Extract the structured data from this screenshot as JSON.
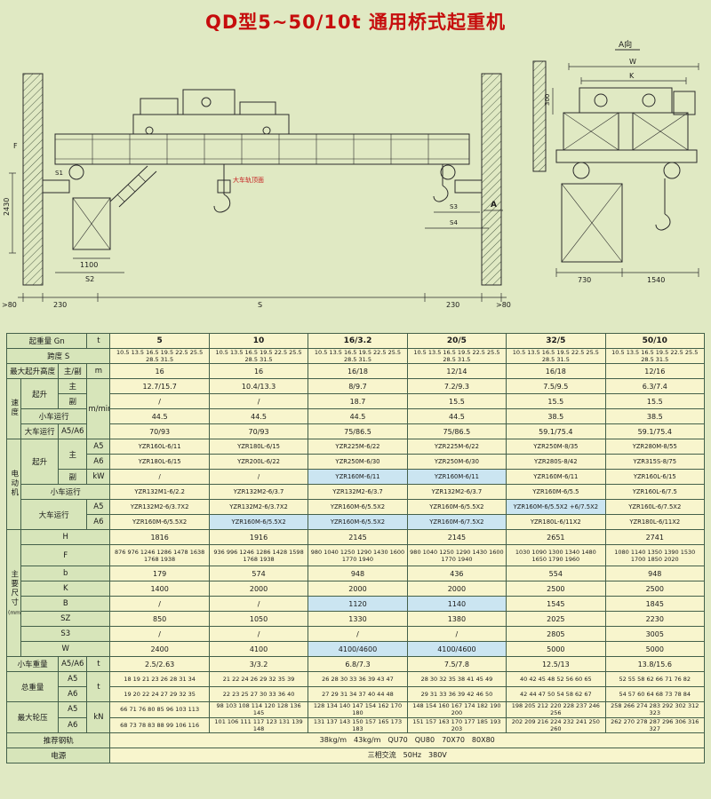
{
  "page": {
    "title": "QD型5~50/10t 通用桥式起重机"
  },
  "drawing": {
    "view_label": "A向",
    "rail_top_label": "大车轨顶面",
    "section_marker": "A",
    "dims": {
      "h2430": "2430",
      "f": "F",
      "s1": "S1",
      "d1100": "1100",
      "s2": "S2",
      "gt80_left": ">80",
      "d230_left": "230",
      "span": "S",
      "d230_right": "230",
      "gt80_right": ">80",
      "s3": "S3",
      "s4": "S4",
      "w": "W",
      "k": "K",
      "d300": "300",
      "d730": "730",
      "d1540": "1540"
    }
  },
  "table": {
    "labels": {
      "capacity": "起重量 Gn",
      "unit_t": "t",
      "span": "跨度 S",
      "height": "最大起升高度",
      "main_aux": "主/副",
      "unit_m": "m",
      "speed": "速度",
      "hoist": "起升",
      "main": "主",
      "aux": "副",
      "trolley_travel": "小车运行",
      "bridge_travel": "大车运行",
      "a5a6": "A5/A6",
      "a5": "A5",
      "a6": "A6",
      "unit_mmin": "m/min",
      "motor": "电动机",
      "unit_kw": "kW",
      "dims": "主要尺寸",
      "dims_unit": "(mm)",
      "dim_h": "H",
      "dim_f": "F",
      "dim_b": "b",
      "dim_k": "K",
      "dim_bb": "B",
      "dim_sz": "SZ",
      "dim_s3": "S3",
      "dim_w": "W",
      "trolley_weight": "小车重量",
      "total_weight": "总重量",
      "max_wheel_load": "最大轮压",
      "unit_kn": "kN",
      "rail": "推荐钢轨",
      "power": "电源"
    },
    "capacity": [
      "5",
      "10",
      "16/3.2",
      "20/5",
      "32/5",
      "50/10"
    ],
    "span_values": [
      "10.5 13.5 16.5 19.5 22.5 25.5 28.5 31.5",
      "10.5 13.5 16.5 19.5 22.5 25.5 28.5 31.5",
      "10.5 13.5 16.5 19.5 22.5 25.5 28.5 31.5",
      "10.5 13.5 16.5 19.5 22.5 25.5 28.5 31.5",
      "10.5 13.5 16.5 19.5 22.5 25.5 28.5 31.5",
      "10.5 13.5 16.5 19.5 22.5 25.5 28.5 31.5"
    ],
    "height": [
      "16",
      "16",
      "16/18",
      "12/14",
      "16/18",
      "12/16"
    ],
    "speed_main": [
      "12.7/15.7",
      "10.4/13.3",
      "8/9.7",
      "7.2/9.3",
      "7.5/9.5",
      "6.3/7.4"
    ],
    "speed_aux": [
      "/",
      "/",
      "18.7",
      "15.5",
      "15.5",
      "15.5"
    ],
    "speed_trolley": [
      "44.5",
      "44.5",
      "44.5",
      "44.5",
      "38.5",
      "38.5"
    ],
    "speed_bridge": [
      "70/93",
      "70/93",
      "75/86.5",
      "75/86.5",
      "59.1/75.4",
      "59.1/75.4"
    ],
    "motor_main_a5": [
      "YZR160L-6/11",
      "YZR180L-6/15",
      "YZR225M-6/22",
      "YZR225M-6/22",
      "YZR250M-8/35",
      "YZR280M-8/55"
    ],
    "motor_main_a6": [
      "YZR180L-6/15",
      "YZR200L-6/22",
      "YZR250M-6/30",
      "YZR250M-6/30",
      "YZR280S-8/42",
      "YZR315S-8/75"
    ],
    "motor_aux": [
      "/",
      "/",
      "YZR160M-6/11",
      "YZR160M-6/11",
      "YZR160M-6/11",
      "YZR160L-6/15"
    ],
    "motor_trolley": [
      "YZR132M1-6/2.2",
      "YZR132M2-6/3.7",
      "YZR132M2-6/3.7",
      "YZR132M2-6/3.7",
      "YZR160M-6/5.5",
      "YZR160L-6/7.5"
    ],
    "motor_bridge_a5": [
      "YZR132M2-6/3.7X2",
      "YZR132M2-6/3.7X2",
      "YZR160M-6/5.5X2",
      "YZR160M-6/5.5X2",
      "YZR160M-6/5.5X2 +6/7.5X2",
      "YZR160L-6/7.5X2"
    ],
    "motor_bridge_a6": [
      "YZR160M-6/5.5X2",
      "YZR160M-6/5.5X2",
      "YZR160M-6/5.5X2",
      "YZR160M-6/7.5X2",
      "YZR180L-6/11X2",
      "YZR180L-6/11X2"
    ],
    "dim_H": [
      "1816",
      "1916",
      "2145",
      "2145",
      "2651",
      "2741"
    ],
    "dim_F": [
      "876 976 1246 1286 1478 1638 1768 1938",
      "936 996 1246 1286 1428 1598 1768 1938",
      "980 1040 1250 1290 1430 1600 1770 1940",
      "980 1040 1250 1290 1430 1600 1770 1940",
      "1030 1090 1300 1340 1480 1650 1790 1960",
      "1080 1140 1350 1390 1530 1700 1850 2020"
    ],
    "dim_b": [
      "179",
      "574",
      "948",
      "436",
      "554",
      "948"
    ],
    "dim_K": [
      "1400",
      "2000",
      "2000",
      "2000",
      "2500",
      "2500"
    ],
    "dim_B": [
      "/",
      "/",
      "1120",
      "1140",
      "1545",
      "1845"
    ],
    "dim_SZ": [
      "850",
      "1050",
      "1330",
      "1380",
      "2025",
      "2230"
    ],
    "dim_S3": [
      "/",
      "/",
      "/",
      "/",
      "2805",
      "3005"
    ],
    "dim_W": [
      "2400",
      "4100",
      "4100/4600",
      "4100/4600",
      "5000",
      "5000"
    ],
    "trolley_weight": [
      "2.5/2.63",
      "3/3.2",
      "6.8/7.3",
      "7.5/7.8",
      "12.5/13",
      "13.8/15.6"
    ],
    "total_a5": [
      "18 19 21 23 26 28 31 34",
      "21 22 24 26 29 32 35 39",
      "26 28 30 33 36 39 43 47",
      "28 30 32 35 38 41 45 49",
      "40 42 45 48 52 56 60 65",
      "52 55 58 62 66 71 76 82"
    ],
    "total_a6": [
      "19 20 22 24 27 29 32 35",
      "22 23 25 27 30 33 36 40",
      "27 29 31 34 37 40 44 48",
      "29 31 33 36 39 42 46 50",
      "42 44 47 50 54 58 62 67",
      "54 57 60 64 68 73 78 84"
    ],
    "wheel_a5": [
      "66 71 76 80 85 96 103 113",
      "98 103 108 114 120 128 136 145",
      "128 134 140 147 154 162 170 180",
      "148 154 160 167 174 182 190 200",
      "198 205 212 220 228 237 246 256",
      "258 266 274 283 292 302 312 323"
    ],
    "wheel_a6": [
      "68 73 78 83 88 99 106 116",
      "101 106 111 117 123 131 139 148",
      "131 137 143 150 157 165 173 183",
      "151 157 163 170 177 185 193 203",
      "202 209 216 224 232 241 250 260",
      "262 270 278 287 296 306 316 327"
    ],
    "rail_value": "38kg/m　43kg/m　QU70　QU80　70X70　80X80",
    "power_value": "三相交流　50Hz　380V"
  }
}
